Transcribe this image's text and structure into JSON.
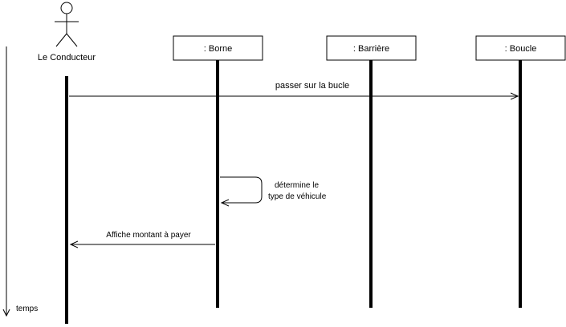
{
  "actor": {
    "label": "Le Conducteur"
  },
  "objects": [
    {
      "id": "borne",
      "label": ": Borne"
    },
    {
      "id": "barriere",
      "label": ": Barrière"
    },
    {
      "id": "boucle",
      "label": ": Boucle"
    }
  ],
  "messages": {
    "m1": "passer sur la bucle",
    "self_line1": "détermine le",
    "self_line2": "type de véhicule",
    "m3": "Affiche montant à payer"
  },
  "time_axis": {
    "label": "temps"
  }
}
